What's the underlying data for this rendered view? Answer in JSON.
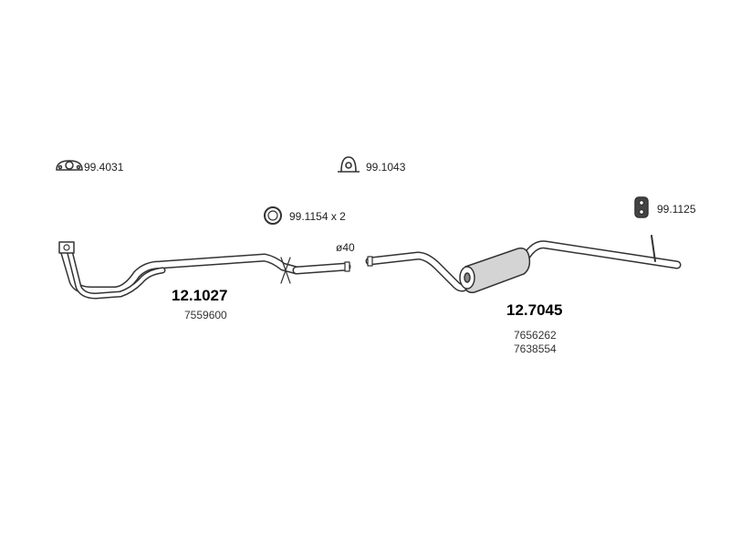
{
  "accessories": {
    "a1": {
      "code": "99.4031",
      "icon": "gasket-icon"
    },
    "a2": {
      "code": "99.1043",
      "icon": "clamp-icon"
    },
    "a3": {
      "code": "99.1154 x 2",
      "icon": "ring-icon"
    },
    "a4": {
      "code": "99.1125",
      "icon": "rubber-hanger-icon"
    }
  },
  "pipe_diameter": "ø40",
  "parts": {
    "front": {
      "number": "12.1027",
      "refs": [
        "7559600"
      ]
    },
    "rear": {
      "number": "12.7045",
      "refs": [
        "7656262",
        "7638554"
      ]
    }
  },
  "colors": {
    "line": "#333333",
    "fill": "#ffffff",
    "shade": "#bbbbbb"
  }
}
